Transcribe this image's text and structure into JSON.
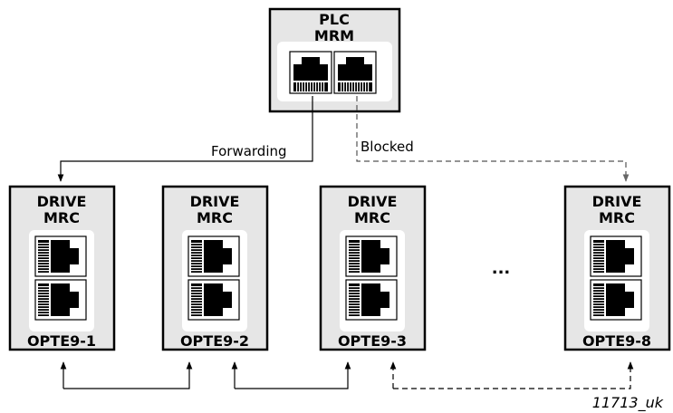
{
  "plc": {
    "line1": "PLC",
    "line2": "MRM"
  },
  "drives": [
    {
      "line1": "DRIVE",
      "line2": "MRC",
      "label": "OPTE9-1"
    },
    {
      "line1": "DRIVE",
      "line2": "MRC",
      "label": "OPTE9-2"
    },
    {
      "line1": "DRIVE",
      "line2": "MRC",
      "label": "OPTE9-3"
    },
    {
      "line1": "DRIVE",
      "line2": "MRC",
      "label": "OPTE9-8"
    }
  ],
  "connections": {
    "forwarding": "Forwarding",
    "blocked": "Blocked"
  },
  "ellipsis": "...",
  "figure_id": "11713_uk"
}
